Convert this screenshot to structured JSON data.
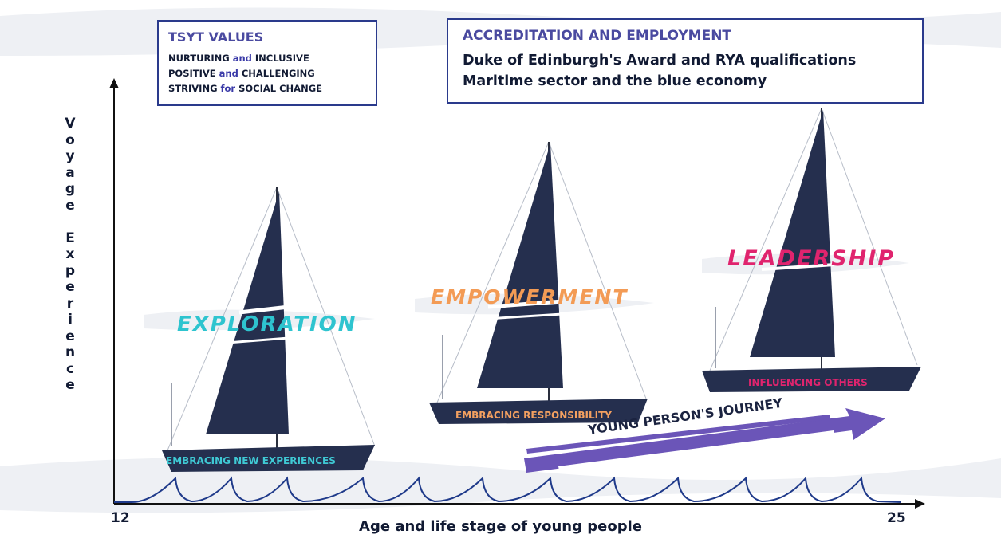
{
  "values_box": {
    "title": "TSYT VALUES",
    "line1": {
      "a": "NURTURING ",
      "kw": "and",
      "b": " INCLUSIVE"
    },
    "line2": {
      "a": "POSITIVE ",
      "kw": "and",
      "b": " CHALLENGING"
    },
    "line3": {
      "a": "STRIVING ",
      "kw": "for",
      "b": " SOCIAL CHANGE"
    }
  },
  "accreditation_box": {
    "title": "ACCREDITATION AND EMPLOYMENT",
    "line1": "Duke of Edinburgh's Award and RYA qualifications",
    "line2": "Maritime sector and the blue economy"
  },
  "axes": {
    "y_label_top": "Voyage",
    "y_label_bottom": "Experience",
    "x_label": "Age and life stage of young people",
    "x_start": "12",
    "x_end": "25"
  },
  "stages": [
    {
      "title": "EXPLORATION",
      "hull": "EMBRACING NEW EXPERIENCES",
      "color": "#2ec4cf"
    },
    {
      "title": "EMPOWERMENT",
      "hull": "EMBRACING RESPONSIBILITY",
      "color": "#f39b55"
    },
    {
      "title": "LEADERSHIP",
      "hull": "INFLUENCING OTHERS",
      "color": "#e0246e"
    }
  ],
  "journey_label": "YOUNG PERSON'S JOURNEY",
  "colors": {
    "navy": "#252f4e",
    "arrow": "#6b55b8",
    "box_border": "#2a3a8c",
    "wave": "#1f3a8a"
  }
}
